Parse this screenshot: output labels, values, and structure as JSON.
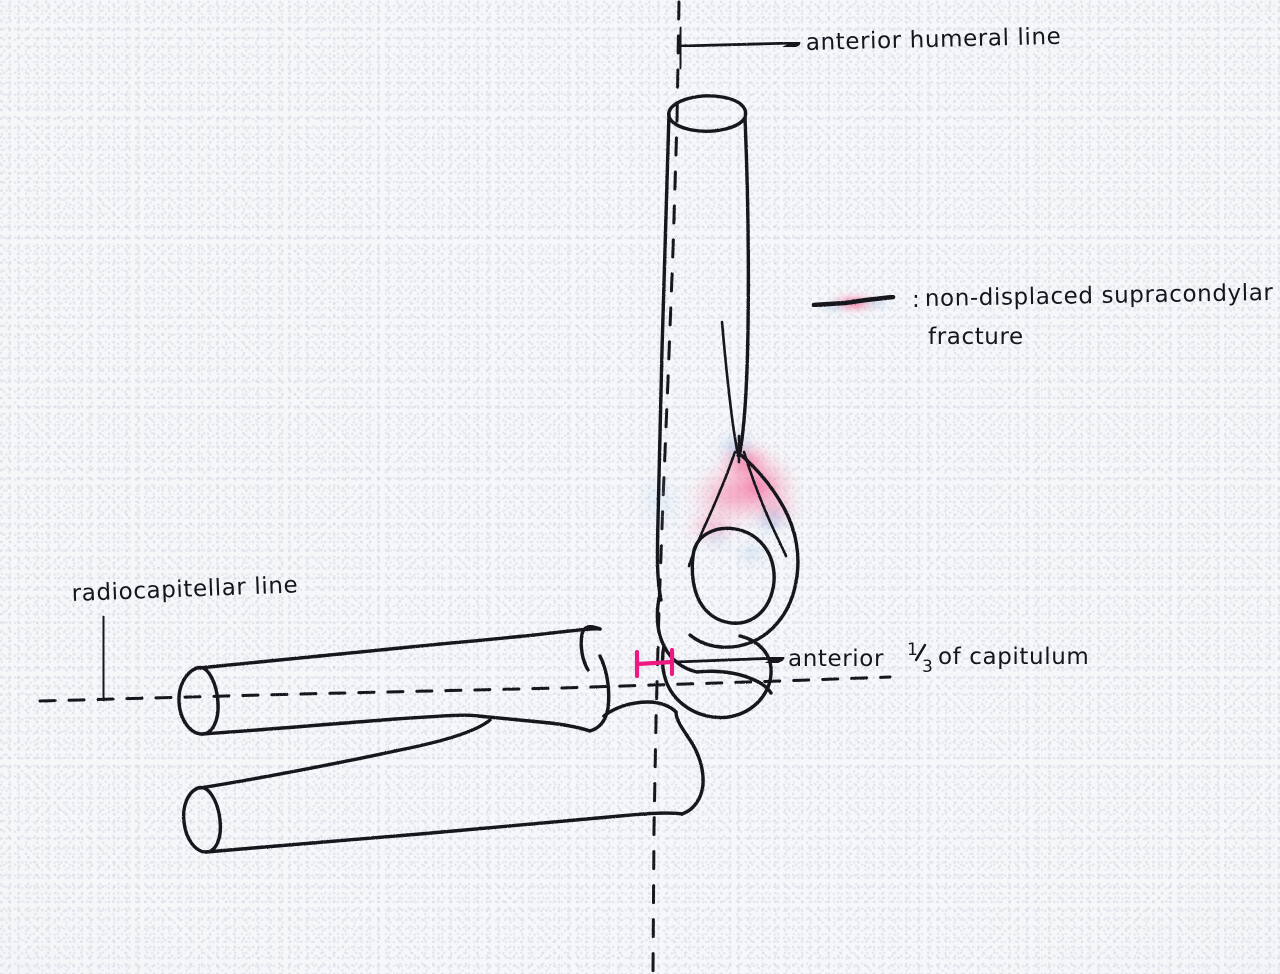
{
  "figure": {
    "kind": "hand-drawn-anatomical-sketch",
    "subject": "lateral elbow radiograph schematic",
    "background_color": "#f7f8fa",
    "ink_color": "#14161c",
    "accent_color": "#ec1a80",
    "blood_blush_colors": [
      "#f06098",
      "#f7a8c4",
      "#7fb8e6",
      "#a9d2f0"
    ]
  },
  "annotations": {
    "anterior_humeral_line": {
      "label": "anterior humeral line",
      "arrow": "right",
      "line_style": "dashed-vertical"
    },
    "radiocapitellar_line": {
      "label": "radiocapitellar line",
      "arrow": "up",
      "line_style": "dashed-horizontal"
    },
    "capitellum_measure": {
      "label_prefix": "anterior ",
      "label_fraction_num": "1",
      "label_fraction_den": "3",
      "label_suffix": " of capitulum",
      "full_label": "anterior 1/3 of capitulum",
      "arrow": "right",
      "bracket_color": "#ec1a80"
    }
  },
  "legend": {
    "swatch_name": "fracture-line-swatch",
    "separator": ":",
    "line1": "non-displaced supracondylar",
    "line2": "fracture",
    "full_text": ": non-displaced supracondylar fracture"
  },
  "structures": [
    {
      "name": "humerus-shaft",
      "label": "humerus"
    },
    {
      "name": "distal-humerus-condyle",
      "label": "distal humerus"
    },
    {
      "name": "capitellum",
      "label": "capitellum"
    },
    {
      "name": "radius",
      "label": "radius"
    },
    {
      "name": "ulna",
      "label": "ulna"
    },
    {
      "name": "olecranon",
      "label": "olecranon"
    },
    {
      "name": "fracture-site",
      "label": "supracondylar fracture"
    }
  ]
}
